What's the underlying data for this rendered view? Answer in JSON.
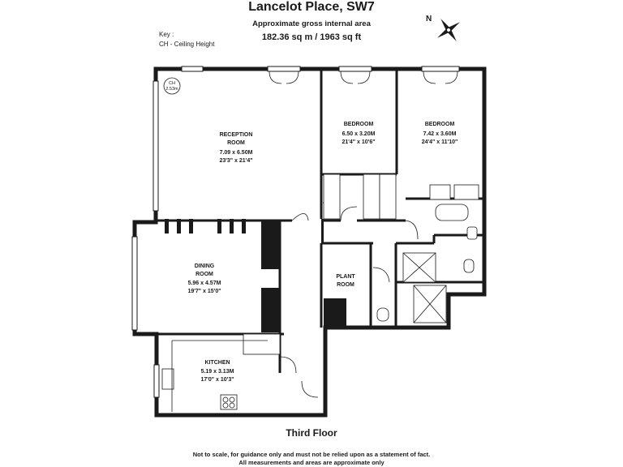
{
  "header": {
    "title": "Lancelot Place, SW7",
    "subtitle": "Approximate gross internal area",
    "area": "182.36 sq m /  1963 sq ft"
  },
  "key": {
    "title": "Key :",
    "item": "CH - Ceiling Height"
  },
  "compass": {
    "label": "N",
    "icon": "north-arrow-icon"
  },
  "ceiling_marker": {
    "label": "CH",
    "value": "2.53m"
  },
  "rooms": {
    "reception": {
      "name1": "RECEPTION",
      "name2": "ROOM",
      "metric": "7.09 x 6.50M",
      "imperial": "23'3\" x 21'4\""
    },
    "bedroom1": {
      "name1": "BEDROOM",
      "metric": "6.50 x 3.20M",
      "imperial": "21'4\" x 10'6\""
    },
    "bedroom2": {
      "name1": "BEDROOM",
      "metric": "7.42 x 3.60M",
      "imperial": "24'4\" x 11'10\""
    },
    "plant": {
      "name1": "PLANT",
      "name2": "ROOM"
    },
    "dining": {
      "name1": "DINING",
      "name2": "ROOM",
      "metric": "5.96 x 4.57M",
      "imperial": "19'7\" x 15'0\""
    },
    "kitchen": {
      "name1": "KITCHEN",
      "metric": "5.19 x 3.13M",
      "imperial": "17'0\" x 10'3\""
    }
  },
  "floor_label": "Third Floor",
  "disclaimer": {
    "line1": "Not to scale, for guidance only and must not be relied upon as a statement of fact.",
    "line2": "All measurements and areas are approximate only"
  },
  "colors": {
    "wall": "#1a1a1a",
    "line": "#333333",
    "background": "#ffffff"
  }
}
